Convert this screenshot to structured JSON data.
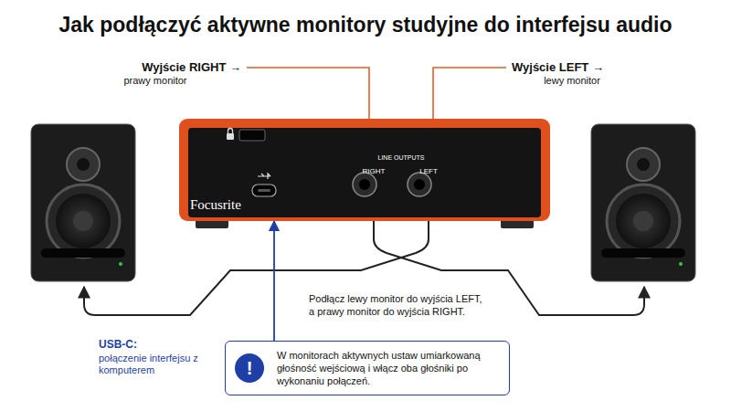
{
  "diagram": {
    "title": "Jak podłączyć aktywne monitory studyjne do interfejsu audio",
    "nodes": [
      {
        "text": [
          "Focusrite",
          "LINE OUTPUTS",
          "RIGHT",
          "LEFT"
        ]
      },
      {
        "text": [
          "!",
          "W monitorach aktywnych ustaw umiarkowaną głośność wejściową i włącz oba głośniki po wykonaniu połączeń."
        ]
      }
    ],
    "edges": [
      {
        "from": 1,
        "to": 0,
        "arrow": "to"
      }
    ],
    "labels": [
      "Wyjście RIGHT →",
      "prawy monitor",
      "Wyjście LEFT →",
      "lewy monitor",
      "Podłącz lewy monitor do wyjścia LEFT, a prawy monitor do wyjścia RIGHT.",
      "USB-C:",
      "połączenie interfejsu z komputerem"
    ]
  }
}
